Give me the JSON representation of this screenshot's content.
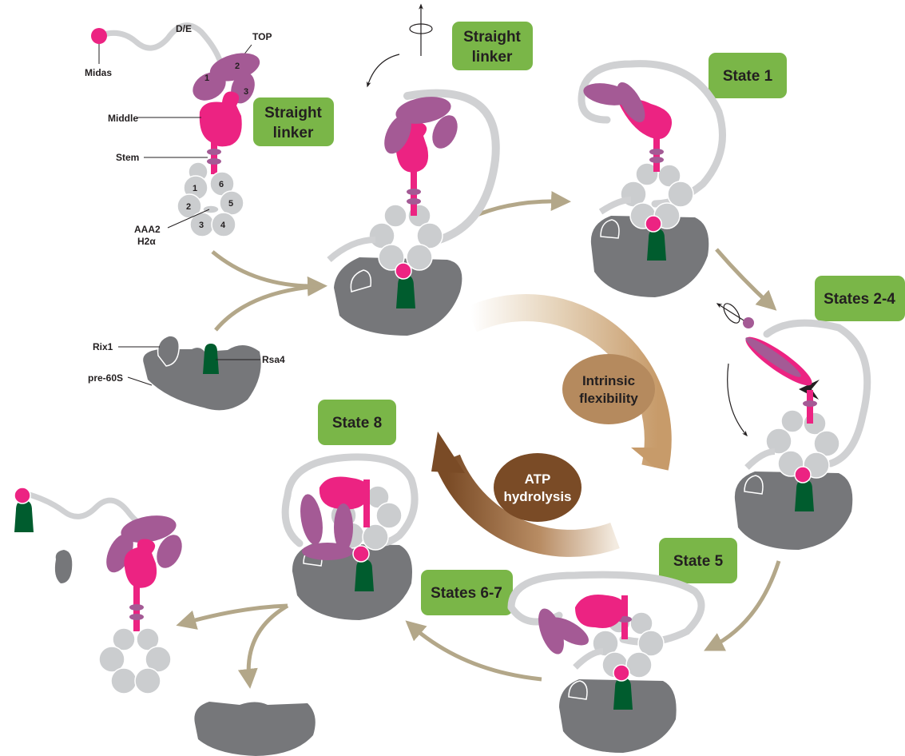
{
  "colors": {
    "magenta": "#ec2382",
    "purple": "#a45a95",
    "gray_ring": "#cbcdcf",
    "ribosome": "#76777a",
    "rsa4": "#005c2e",
    "linker": "#d0d1d3",
    "green_box": "#7ab648",
    "arrow": "#b3a789"
  },
  "legend_labels": {
    "midas": "Midas",
    "de": "D/E",
    "top": "TOP",
    "middle": "Middle",
    "stem": "Stem",
    "aaa2": "AAA2",
    "h2a": "H2α",
    "rix1": "Rix1",
    "rsa4": "Rsa4",
    "pre60s": "pre-60S"
  },
  "top_numbers": [
    "1",
    "2",
    "3"
  ],
  "ring_numbers": [
    "1",
    "6",
    "2",
    "5",
    "3",
    "4"
  ],
  "state_boxes": {
    "straight_linker_1": [
      "Straight",
      "linker"
    ],
    "straight_linker_2": [
      "Straight",
      "linker"
    ],
    "state1": "State 1",
    "states2_4": "States 2-4",
    "state5": "State 5",
    "states6_7": "States 6-7",
    "state8": "State 8"
  },
  "cycle_labels": {
    "flexibility": [
      "Intrinsic",
      "flexibility"
    ],
    "atp": [
      "ATP",
      "hydrolysis"
    ]
  },
  "icons": [
    "rotation-icon"
  ]
}
